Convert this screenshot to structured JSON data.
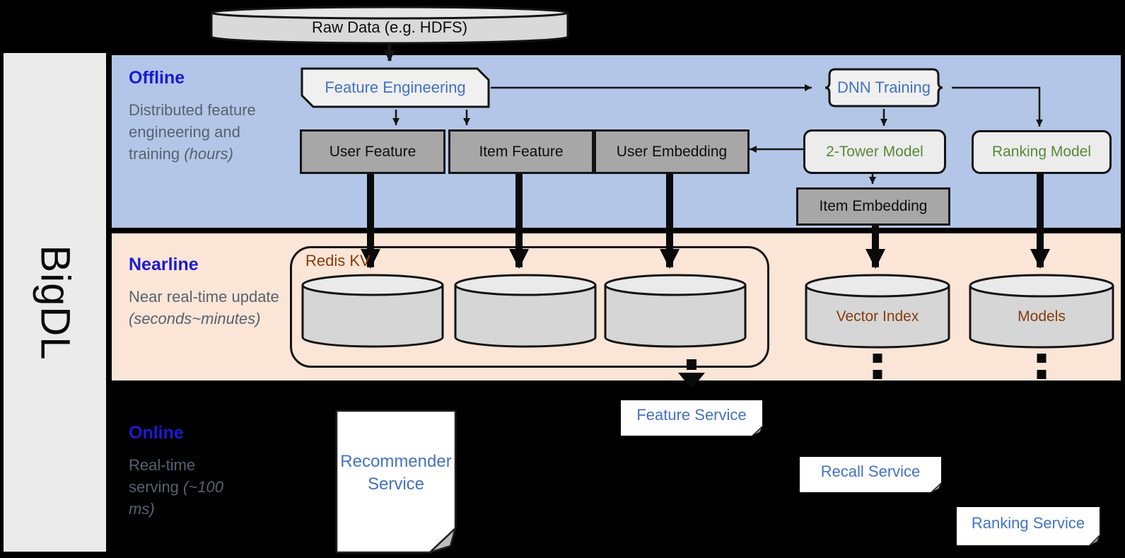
{
  "sidebar": {
    "label": "BigDL"
  },
  "raw_data": {
    "label": "Raw Data (e.g. HDFS)"
  },
  "sections": {
    "offline": {
      "title": "Offline",
      "desc": "Distributed feature engineering and training ",
      "desc_note": "(hours)"
    },
    "nearline": {
      "title": "Nearline",
      "desc": "Near real-time update ",
      "desc_note": "(seconds~minutes)"
    },
    "online": {
      "title": "Online",
      "desc": "Real-time serving ",
      "desc_note": "(~100 ms)"
    }
  },
  "nodes": {
    "feature_engineering": "Feature Engineering",
    "dnn_training": "DNN Training",
    "user_feature": "User Feature",
    "item_feature": "Item Feature",
    "user_embedding": "User Embedding",
    "two_tower_model": "2-Tower Model",
    "ranking_model": "Ranking Model",
    "item_embedding": "Item Embedding",
    "redis_kv": "Redis KV",
    "vector_index": "Vector Index",
    "models": "Models",
    "recommender_service": "Recommender Service",
    "feature_service": "Feature Service",
    "recall_service": "Recall Service",
    "ranking_service": "Ranking Service"
  },
  "colors": {
    "offline_band": "#b3c6e7",
    "nearline_band": "#fbe5d6",
    "online_band": "#000000",
    "heading_blue": "#1b1bd1",
    "desc_gray": "#57626f",
    "process_blue_text": "#4472c4",
    "model_green_text": "#568a35",
    "store_brown_text": "#843c0c",
    "gray_box_fill": "#a7a7a7",
    "light_shape_fill": "#ececec",
    "cylinder_fill": "#d6d6d6",
    "sidebar_fill": "#ebebeb"
  }
}
